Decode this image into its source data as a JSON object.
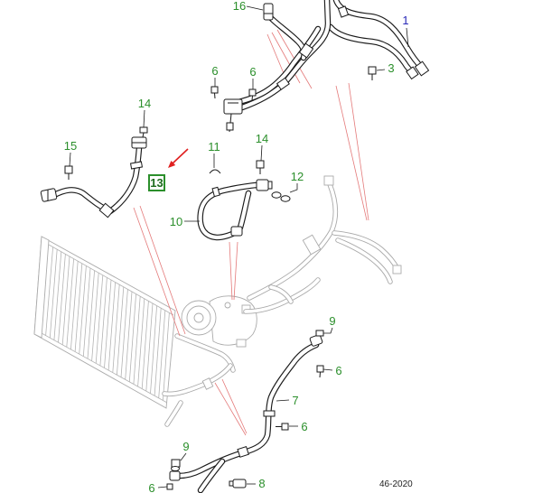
{
  "diagram": {
    "callouts": [
      {
        "label": "16",
        "color": "#2b8f2b"
      },
      {
        "label": "1",
        "color": "#2a2ab8"
      },
      {
        "label": "3",
        "color": "#2b8f2b"
      },
      {
        "label": "6",
        "color": "#2b8f2b"
      },
      {
        "label": "6",
        "color": "#2b8f2b"
      },
      {
        "label": "14",
        "color": "#2b8f2b"
      },
      {
        "label": "15",
        "color": "#2b8f2b"
      },
      {
        "label": "11",
        "color": "#2b8f2b"
      },
      {
        "label": "14",
        "color": "#2b8f2b"
      },
      {
        "label": "12",
        "color": "#2b8f2b"
      },
      {
        "label": "13",
        "color": "#1d6b1d",
        "highlighted": true
      },
      {
        "label": "10",
        "color": "#2b8f2b"
      },
      {
        "label": "9",
        "color": "#2b8f2b"
      },
      {
        "label": "6",
        "color": "#2b8f2b"
      },
      {
        "label": "7",
        "color": "#2b8f2b"
      },
      {
        "label": "6",
        "color": "#2b8f2b"
      },
      {
        "label": "9",
        "color": "#2b8f2b"
      },
      {
        "label": "8",
        "color": "#2b8f2b"
      },
      {
        "label": "6",
        "color": "#2b8f2b"
      }
    ],
    "figure_code": "46-2020"
  },
  "colors": {
    "highlight_box": "#2b8f2b",
    "pointer_arrow": "#e02020",
    "red_leader": "#e47a7a",
    "part_line": "#1a1a1a",
    "context_line": "#a9a9a9"
  },
  "icons": {
    "pointer": "red-arrow-icon",
    "o_ring": "o-ring-icon",
    "bolt": "bolt-icon"
  }
}
